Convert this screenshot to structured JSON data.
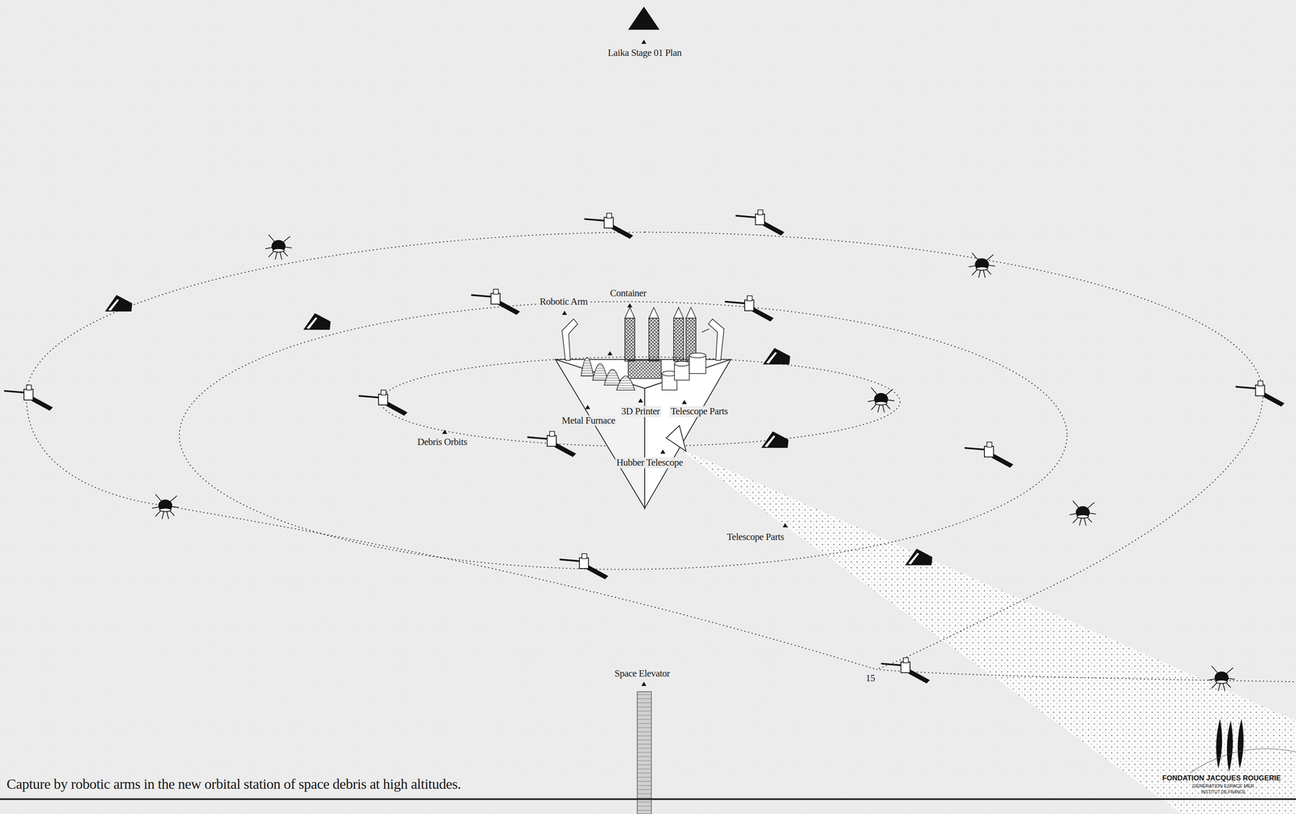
{
  "diagram": {
    "title": "Laika Stage 01 Plan",
    "caption": "Capture by robotic arms in the new orbital station of space debris at high altitudes.",
    "labels": [
      "Robotic Arm",
      "Container",
      "Metal Furnace",
      "3D Printer",
      "Telescope Parts",
      "Hubber Telescope",
      "Debris Orbits",
      "Telescope Parts",
      "Space Elevator",
      "15",
      "FONDATION JACQUES ROUGERIE",
      "GÉNÉRATION ESPACE MER",
      "INSTITUT DE FRANCE"
    ]
  }
}
